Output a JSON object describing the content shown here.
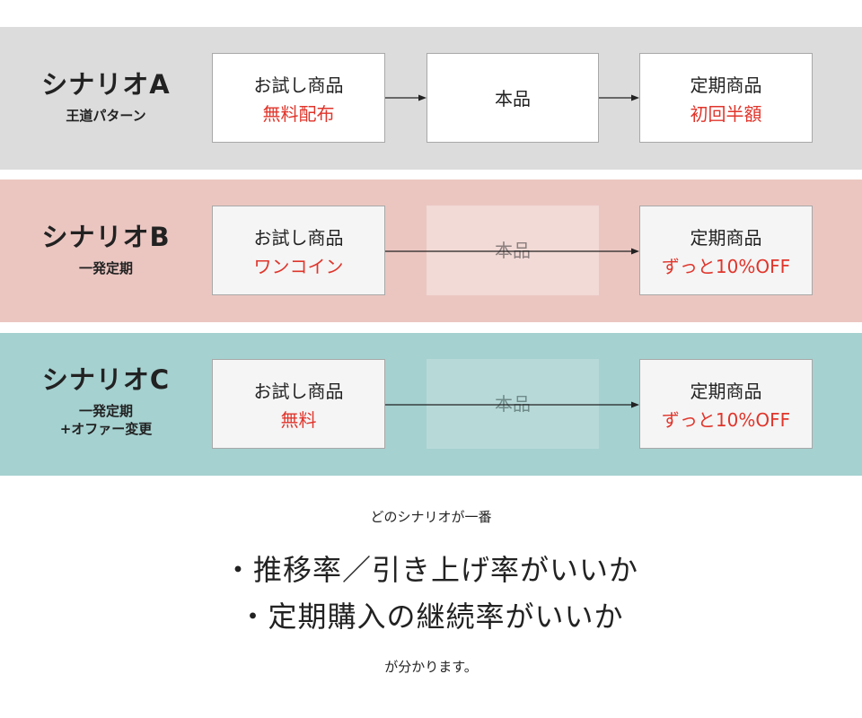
{
  "colors": {
    "band_a": "#dcdcdc",
    "band_b": "#ebc6c1",
    "band_c": "#a5d1d0",
    "highlight_red": "#e0352b",
    "text": "#222222"
  },
  "scenarios": [
    {
      "title": "シナリオA",
      "subtitle_lines": [
        "王道パターン"
      ],
      "box1": {
        "line1": "お試し商品",
        "line2": "無料配布"
      },
      "box2": {
        "label": "本品"
      },
      "box3": {
        "line1": "定期商品",
        "line2": "初回半額"
      }
    },
    {
      "title": "シナリオB",
      "subtitle_lines": [
        "一発定期"
      ],
      "box1": {
        "line1": "お試し商品",
        "line2": "ワンコイン"
      },
      "box2": {
        "label": "本品"
      },
      "box3": {
        "line1": "定期商品",
        "line2": "ずっと10%OFF"
      }
    },
    {
      "title": "シナリオC",
      "subtitle_lines": [
        "一発定期",
        "+オファー変更"
      ],
      "box1": {
        "line1": "お試し商品",
        "line2": "無料"
      },
      "box2": {
        "label": "本品"
      },
      "box3": {
        "line1": "定期商品",
        "line2": "ずっと10%OFF"
      }
    }
  ],
  "bottom": {
    "lead": "どのシナリオが一番",
    "bullets": [
      "・推移率／引き上げ率がいいか",
      "・定期購入の継続率がいいか"
    ],
    "tail": "が分かります。"
  }
}
